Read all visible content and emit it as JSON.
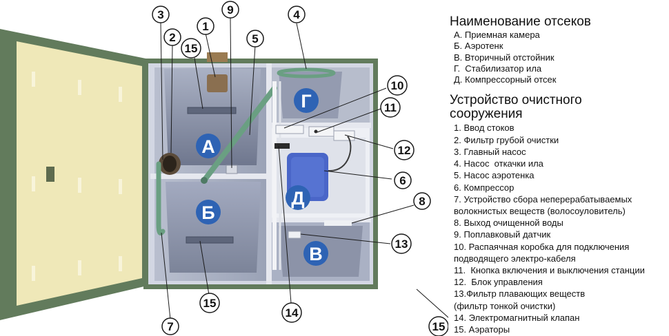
{
  "colors": {
    "door_frame": "#627b5c",
    "door_panel": "#efe8b8",
    "tank_wall": "#d3d7e3",
    "compartment_floor": "#8a91a6",
    "pipe_green": "#6a9f82",
    "zone_circle": "#2e63b4",
    "compressor": "#4a66c8"
  },
  "legend": {
    "compartments_title": "Наименование отсеков",
    "compartments": [
      "А. Приемная камера",
      "Б. Аэротенк",
      "В. Вторичный отстойник",
      "Г.  Стабилизатор ила",
      "Д. Компрессорный отсек"
    ],
    "devices_title": "Устройство очистного\nсооружения",
    "devices": [
      "1. Ввод стоков",
      "2. Фильтр грубой очистки",
      "3. Главный насос",
      "4. Насос  откачки ила",
      "5. Насос аэротенка",
      "6. Компрессор",
      "7. Устройство сбора неперерабатываемых\nволокнистых веществ (волосоуловитель)",
      "8. Выход очищенной воды",
      "9. Поплавковый датчик",
      "10. Распаячная коробка для подключения\nподводящего электро-кабеля",
      "11.  Кнопка включения и выключения станции",
      "12.  Блок управления",
      "13.Фильтр плавающих веществ\n(фильтр тонкой очистки)",
      "14. Электромагнитный клапан",
      "15. Аэраторы"
    ]
  },
  "zones": [
    {
      "label": "А"
    },
    {
      "label": "Б"
    },
    {
      "label": "В"
    },
    {
      "label": "Г"
    },
    {
      "label": "Д"
    }
  ],
  "callouts": [
    "1",
    "2",
    "3",
    "4",
    "5",
    "6",
    "7",
    "8",
    "9",
    "10",
    "11",
    "12",
    "13",
    "14",
    "15",
    "15",
    "15"
  ]
}
